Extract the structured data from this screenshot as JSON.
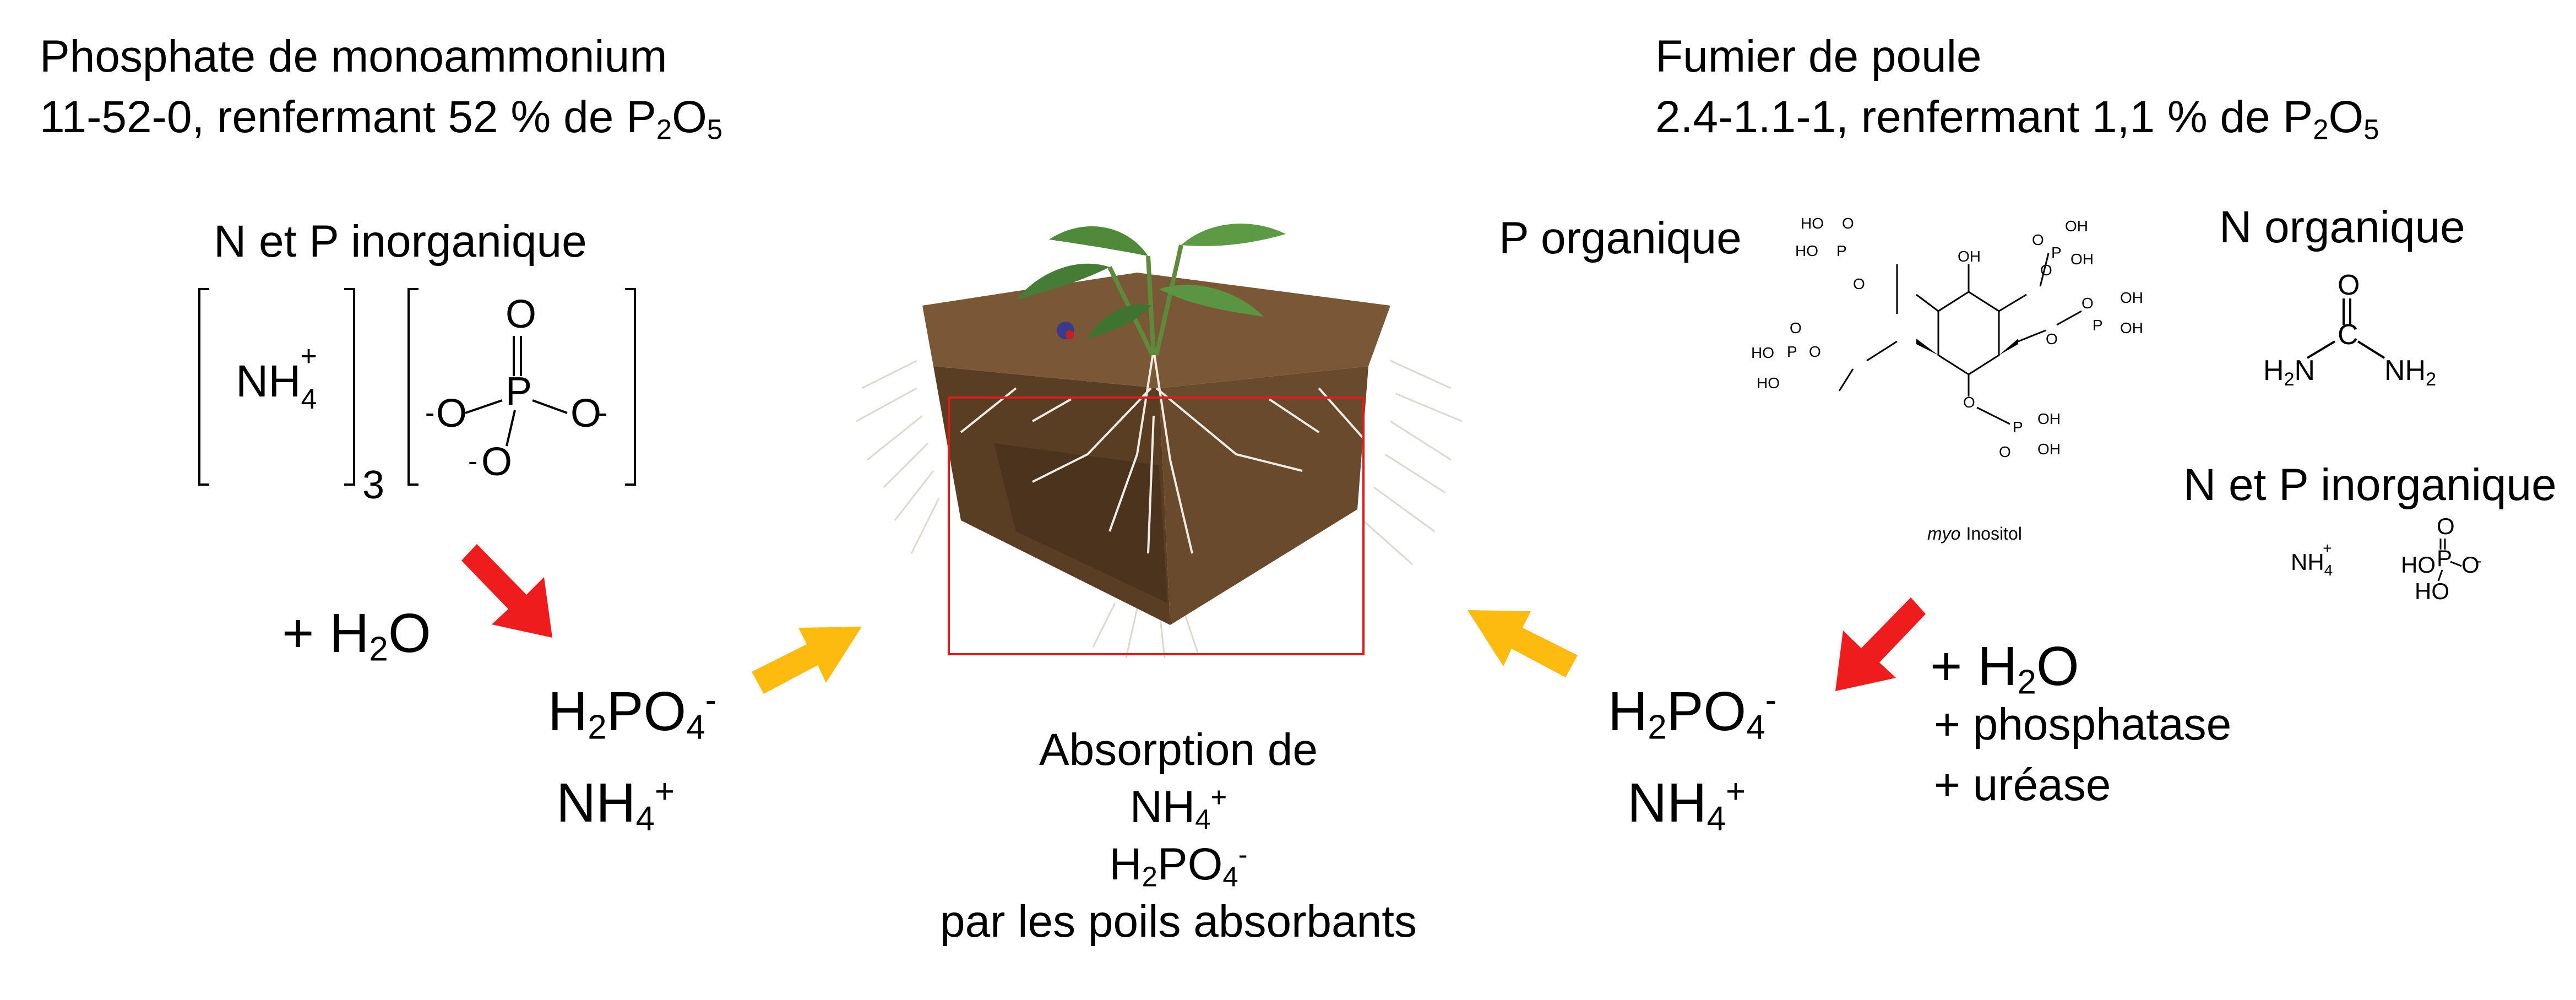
{
  "left": {
    "title_line1": "Phosphate de monoammonium",
    "title_line2_pre": "11-52-0, renfermant 52 % de P",
    "title_sub1": "2",
    "title_mid": "O",
    "title_sub2": "5",
    "section_label": "N et P inorganique",
    "ammonium_main": "NH",
    "ammonium_sub": "4",
    "ammonium_sup": "+",
    "bracket_multiplier": "3",
    "phosphate_atoms": {
      "p": "P",
      "o": "O",
      "o_minus": "O",
      "minus": "-"
    },
    "water_prefix": "+ H",
    "water_sub": "2",
    "water_suffix": "O",
    "h2po4_h": "H",
    "h2po4_sub1": "2",
    "h2po4_po": "PO",
    "h2po4_sub2": "4",
    "h2po4_sup": "-",
    "nh4_main": "NH",
    "nh4_sub": "4",
    "nh4_sup": "+"
  },
  "center": {
    "line1": "Absorption de",
    "nh4_main": "NH",
    "nh4_sub": "4",
    "nh4_sup": "+",
    "h2po4_h": "H",
    "h2po4_sub1": "2",
    "h2po4_po": "PO",
    "h2po4_sub2": "4",
    "h2po4_sup": "-",
    "line4": "par les poils absorbants"
  },
  "right": {
    "title_line1": "Fumier de poule",
    "title_line2_pre": "2.4-1.1-1, renfermant 1,1 % de P",
    "title_sub1": "2",
    "title_mid": "O",
    "title_sub2": "5",
    "p_organic_label": "P organique",
    "n_organic_label": "N organique",
    "np_inorganic_label": "N et P inorganique",
    "inositol_italic": "myo",
    "inositol_name": "Inositol",
    "urea_o": "O",
    "urea_c": "C",
    "urea_h2n": "H2N",
    "urea_nh2": "NH2",
    "small_nh4": "NH4+",
    "small_hpo4_ho1": "HO",
    "small_hpo4_ho2": "HO",
    "h2po4_h": "H",
    "h2po4_sub1": "2",
    "h2po4_po": "PO",
    "h2po4_sub2": "4",
    "h2po4_sup": "-",
    "nh4_main": "NH",
    "nh4_sub": "4",
    "nh4_sup": "+",
    "water_prefix": "+ H",
    "water_sub": "2",
    "water_suffix": "O",
    "phosphatase": "+ phosphatase",
    "urease": "+ uréase"
  },
  "colors": {
    "red_arrow": "#ee1c1c",
    "orange_arrow": "#fdbb10",
    "highlight_box": "#e21a1a",
    "soil": "#6a4a2c",
    "leaf": "#4e8a3a"
  },
  "icons": [
    "red-arrow-down-right-icon",
    "orange-arrow-up-right-icon",
    "orange-arrow-up-left-icon",
    "red-arrow-down-left-icon",
    "soil-block-with-plant-illustration"
  ]
}
